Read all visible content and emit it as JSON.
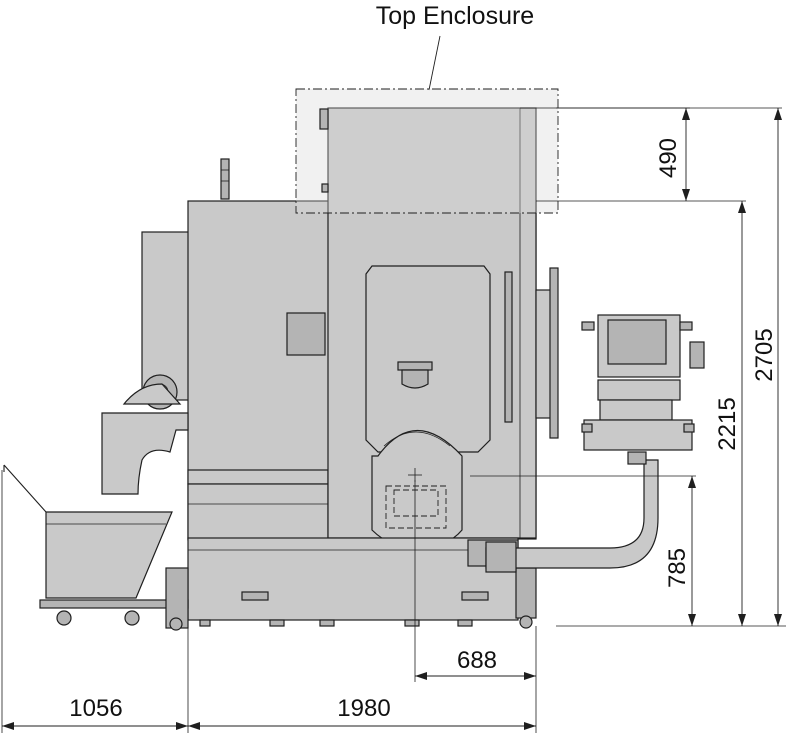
{
  "title": "Top Enclosure",
  "dimensions": {
    "top_enclosure_height": "490",
    "machine_height": "2215",
    "overall_height": "2705",
    "spindle_height": "785",
    "spindle_offset": "688",
    "chip_conveyor_width": "1056",
    "machine_width": "1980"
  }
}
